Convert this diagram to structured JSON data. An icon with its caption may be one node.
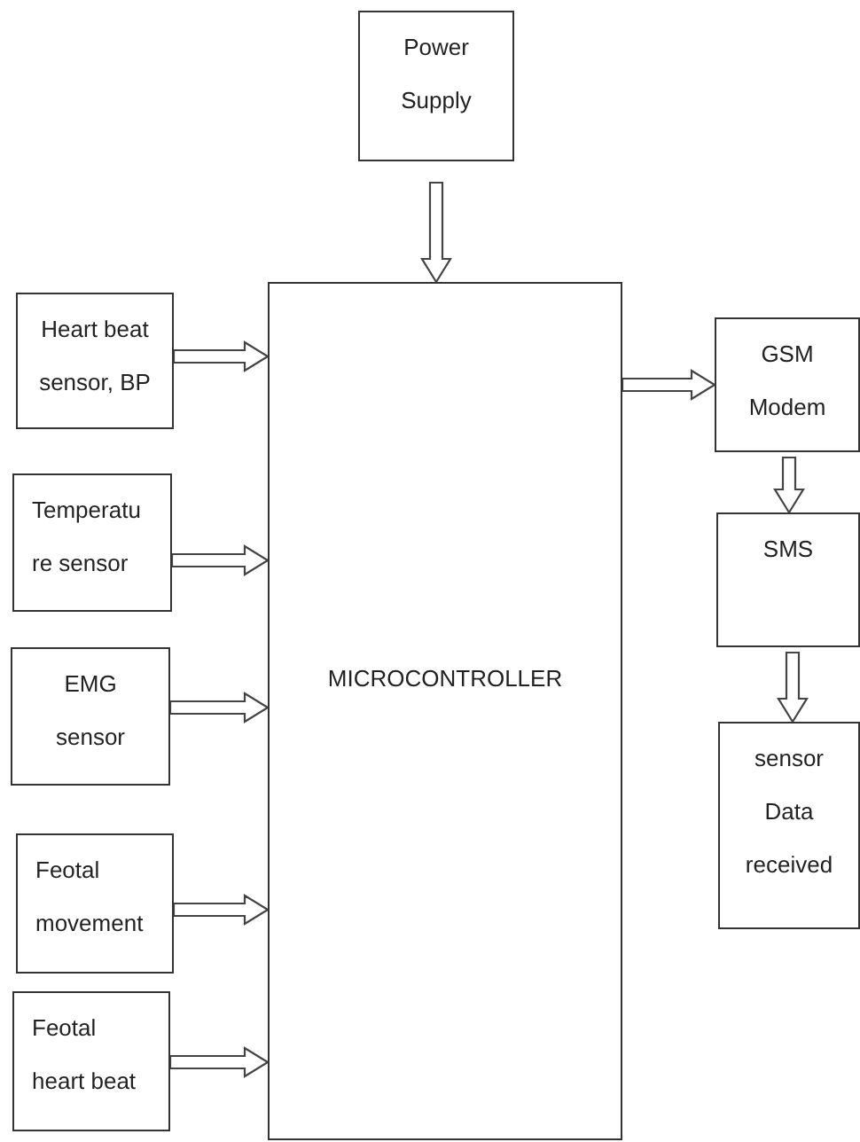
{
  "diagram": {
    "nodes": [
      {
        "text": [
          "Power Supply"
        ]
      },
      {
        "text": [
          "MICROCONTROLLER"
        ]
      },
      {
        "text": [
          "Heart beat sensor, BP"
        ]
      },
      {
        "text": [
          "Temperatu re sensor"
        ]
      },
      {
        "text": [
          "EMG sensor"
        ]
      },
      {
        "text": [
          "Feotal movement"
        ]
      },
      {
        "text": [
          "Feotal heart beat"
        ]
      },
      {
        "text": [
          "GSM Modem"
        ]
      },
      {
        "text": [
          "SMS"
        ]
      },
      {
        "text": [
          "sensor Data received"
        ]
      }
    ],
    "edges": [
      {
        "from": 0,
        "to": 1,
        "arrow": "to"
      },
      {
        "from": 2,
        "to": 1,
        "arrow": "to"
      },
      {
        "from": 3,
        "to": 1,
        "arrow": "to"
      },
      {
        "from": 4,
        "to": 1,
        "arrow": "to"
      },
      {
        "from": 5,
        "to": 1,
        "arrow": "to"
      },
      {
        "from": 6,
        "to": 1,
        "arrow": "to"
      },
      {
        "from": 1,
        "to": 7,
        "arrow": "to"
      },
      {
        "from": 7,
        "to": 8,
        "arrow": "to"
      },
      {
        "from": 8,
        "to": 9,
        "arrow": "to"
      }
    ]
  }
}
